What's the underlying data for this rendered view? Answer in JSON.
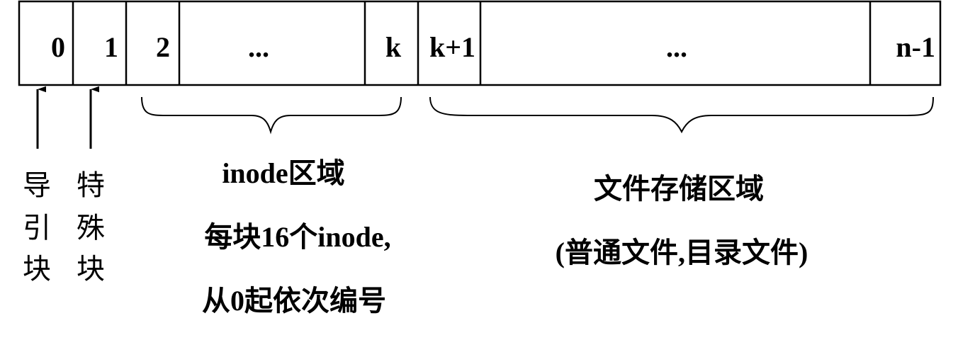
{
  "cells": [
    "0",
    "1",
    "2",
    "...",
    "k",
    "k+1",
    "...",
    "n-1"
  ],
  "labels": {
    "boot": [
      "导",
      "引",
      "块"
    ],
    "special": [
      "特",
      "殊",
      "块"
    ],
    "inode_title": "inode区域",
    "inode_line2": "每块16个inode,",
    "inode_line3": "从0起依次编号",
    "file_title": "文件存储区域",
    "file_line2": "(普通文件,目录文件)"
  }
}
